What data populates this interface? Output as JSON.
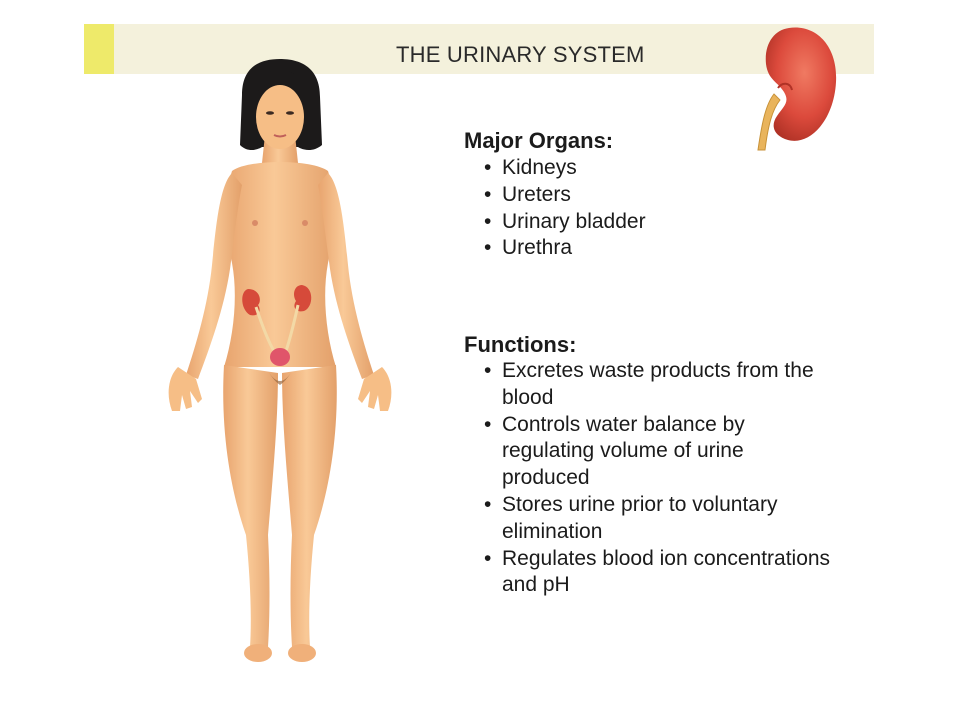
{
  "header": {
    "title": "THE URINARY SYSTEM",
    "accent_color": "#eeea6a",
    "bar_color": "#f4f1dc"
  },
  "major_organs": {
    "heading": "Major Organs:",
    "items": [
      "Kidneys",
      "Ureters",
      "Urinary bladder",
      "Urethra"
    ]
  },
  "functions": {
    "heading": "Functions:",
    "items": [
      "Excretes waste products from the blood",
      "Controls water balance by regulating volume of urine produced",
      "Stores urine prior to voluntary elimination",
      "Regulates blood ion concentrations and pH"
    ]
  },
  "bullet_glyph": "•",
  "colors": {
    "skin": "#f6be86",
    "kidney": "#dc4a3c",
    "ureter": "#e9b45c",
    "hair": "#1c1a1a"
  }
}
